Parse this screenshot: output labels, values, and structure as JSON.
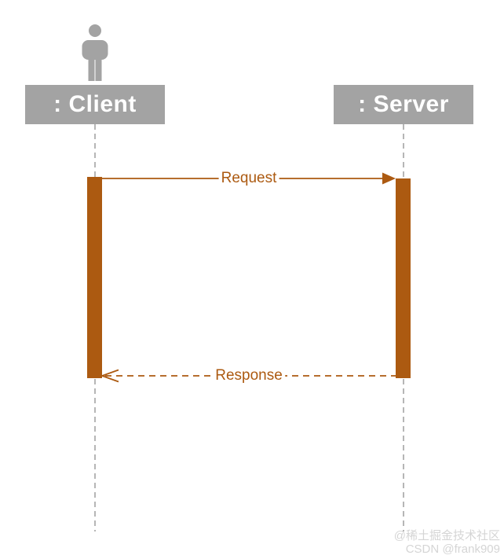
{
  "diagram": {
    "type": "uml-sequence",
    "participants": [
      {
        "id": "client",
        "label": ": Client",
        "kind": "actor",
        "icon": "person-silhouette"
      },
      {
        "id": "server",
        "label": ": Server",
        "kind": "object"
      }
    ],
    "messages": [
      {
        "label": "Request",
        "from": "client",
        "to": "server",
        "line_style": "solid",
        "arrowhead": "filled-triangle"
      },
      {
        "label": "Response",
        "from": "server",
        "to": "client",
        "line_style": "dashed",
        "arrowhead": "open"
      }
    ],
    "colors": {
      "background": "#FFFFFF",
      "participant_box": "#A3A3A3",
      "participant_text": "#FFFFFF",
      "lifeline": "#AAAAAA",
      "activation": "#AC5A11",
      "message": "#AC5A11",
      "watermark": "#D5D5D5"
    }
  },
  "watermark": {
    "line1": "@稀土掘金技术社区",
    "line2": "CSDN @frank909"
  }
}
